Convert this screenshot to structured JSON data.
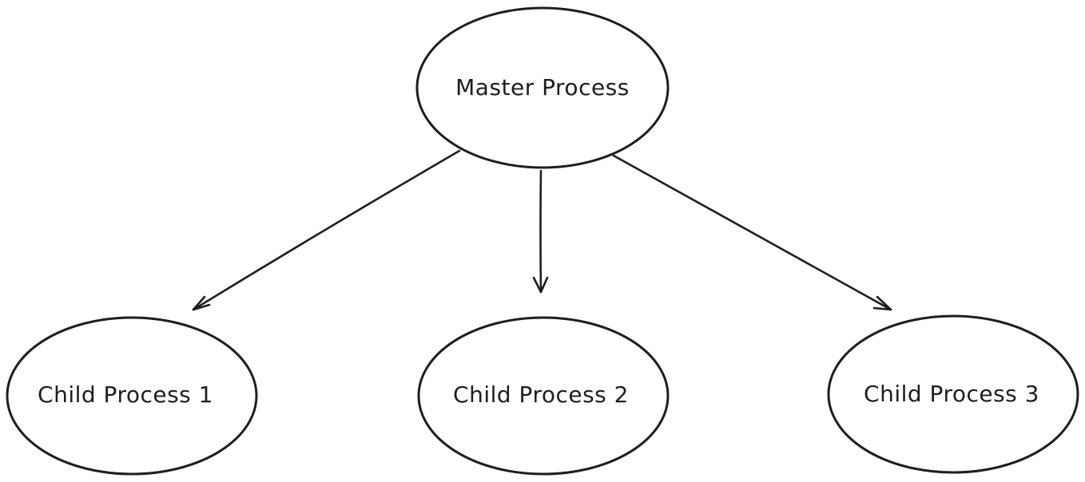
{
  "diagram": {
    "nodes": [
      {
        "id": "master",
        "label": "Master Process"
      },
      {
        "id": "child1",
        "label": "Child Process 1"
      },
      {
        "id": "child2",
        "label": "Child Process 2"
      },
      {
        "id": "child3",
        "label": "Child Process 3"
      }
    ],
    "edges": [
      {
        "from": "master",
        "to": "child1"
      },
      {
        "from": "master",
        "to": "child2"
      },
      {
        "from": "master",
        "to": "child3"
      }
    ],
    "colors": {
      "stroke": "#1e1e1e",
      "background": "#ffffff"
    }
  }
}
